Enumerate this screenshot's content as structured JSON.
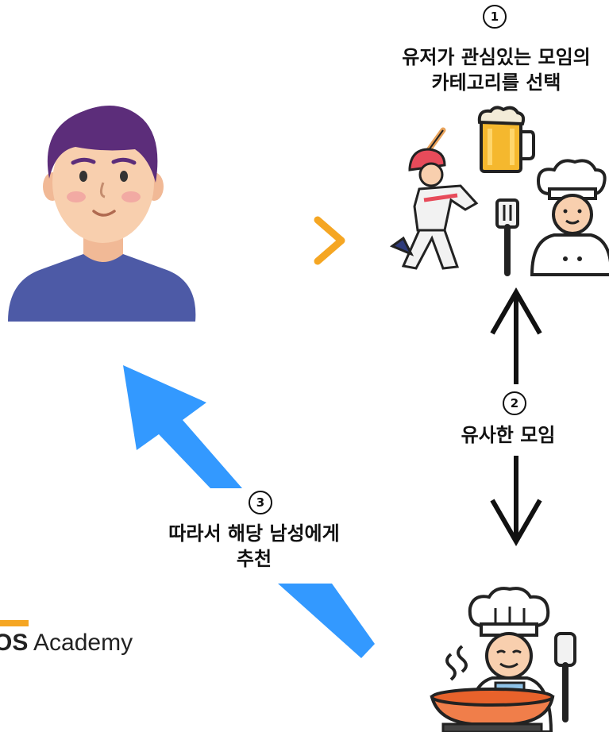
{
  "steps": [
    {
      "number": "1",
      "label_line1": "유저가 관심있는 모임의",
      "label_line2": "카테고리를 선택"
    },
    {
      "number": "2",
      "label_line1": "유사한 모임"
    },
    {
      "number": "3",
      "label_line1": "따라서 해당 남성에게",
      "label_line2": "추천"
    }
  ],
  "brand": {
    "prefix": "OS",
    "name": "Academy"
  },
  "colors": {
    "arrow_gradient_start": "#ee5a24",
    "arrow_gradient_end": "#f5a623",
    "recommend_arrow": "#3399ff",
    "vertical_arrow": "#111111",
    "shirt": "#4d5aa6",
    "hair": "#5c2d7a",
    "skin": "#f8cfae"
  },
  "icons": {
    "user": "man-avatar-icon",
    "categories": [
      "baseball-player-icon",
      "beer-mug-icon",
      "chef-with-spatula-icon"
    ],
    "recommendation": "chef-cooking-wok-icon"
  }
}
